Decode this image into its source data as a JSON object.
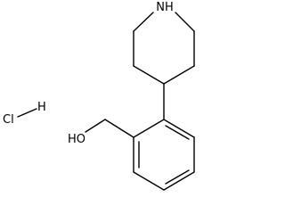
{
  "molecule": {
    "atoms": {
      "nh": "NH",
      "oh": "HO",
      "cl": "Cl",
      "h": "H"
    },
    "line_color": "#000000",
    "background": "#ffffff"
  }
}
